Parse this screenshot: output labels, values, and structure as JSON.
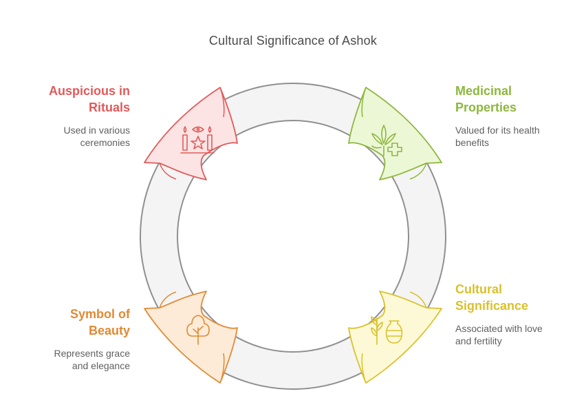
{
  "title": "Cultural Significance of Ashok",
  "colors": {
    "red": "#e05a5a",
    "green": "#8db73c",
    "yellow": "#d9c12b",
    "orange": "#e08a33",
    "ring": "#f4f4f4",
    "ring_stroke": "#8f8f8f"
  },
  "items": [
    {
      "label_lines": [
        "Auspicious in",
        "Rituals"
      ],
      "desc_lines": [
        "Used in various",
        "ceremonies"
      ],
      "icon": "candles-eye-star-icon",
      "color": "#e05a5a"
    },
    {
      "label_lines": [
        "Medicinal",
        "Properties"
      ],
      "desc_lines": [
        "Valued for its health",
        "benefits"
      ],
      "icon": "cannabis-leaf-medical-cross-icon",
      "color": "#8db73c"
    },
    {
      "label_lines": [
        "Cultural",
        "Significance"
      ],
      "desc_lines": [
        "Associated with love",
        "and fertility"
      ],
      "icon": "sprout-and-vase-icon",
      "color": "#d9c12b"
    },
    {
      "label_lines": [
        "Symbol of",
        "Beauty"
      ],
      "desc_lines": [
        "Represents grace",
        "and elegance"
      ],
      "icon": "tree-icon",
      "color": "#e08a33"
    }
  ]
}
